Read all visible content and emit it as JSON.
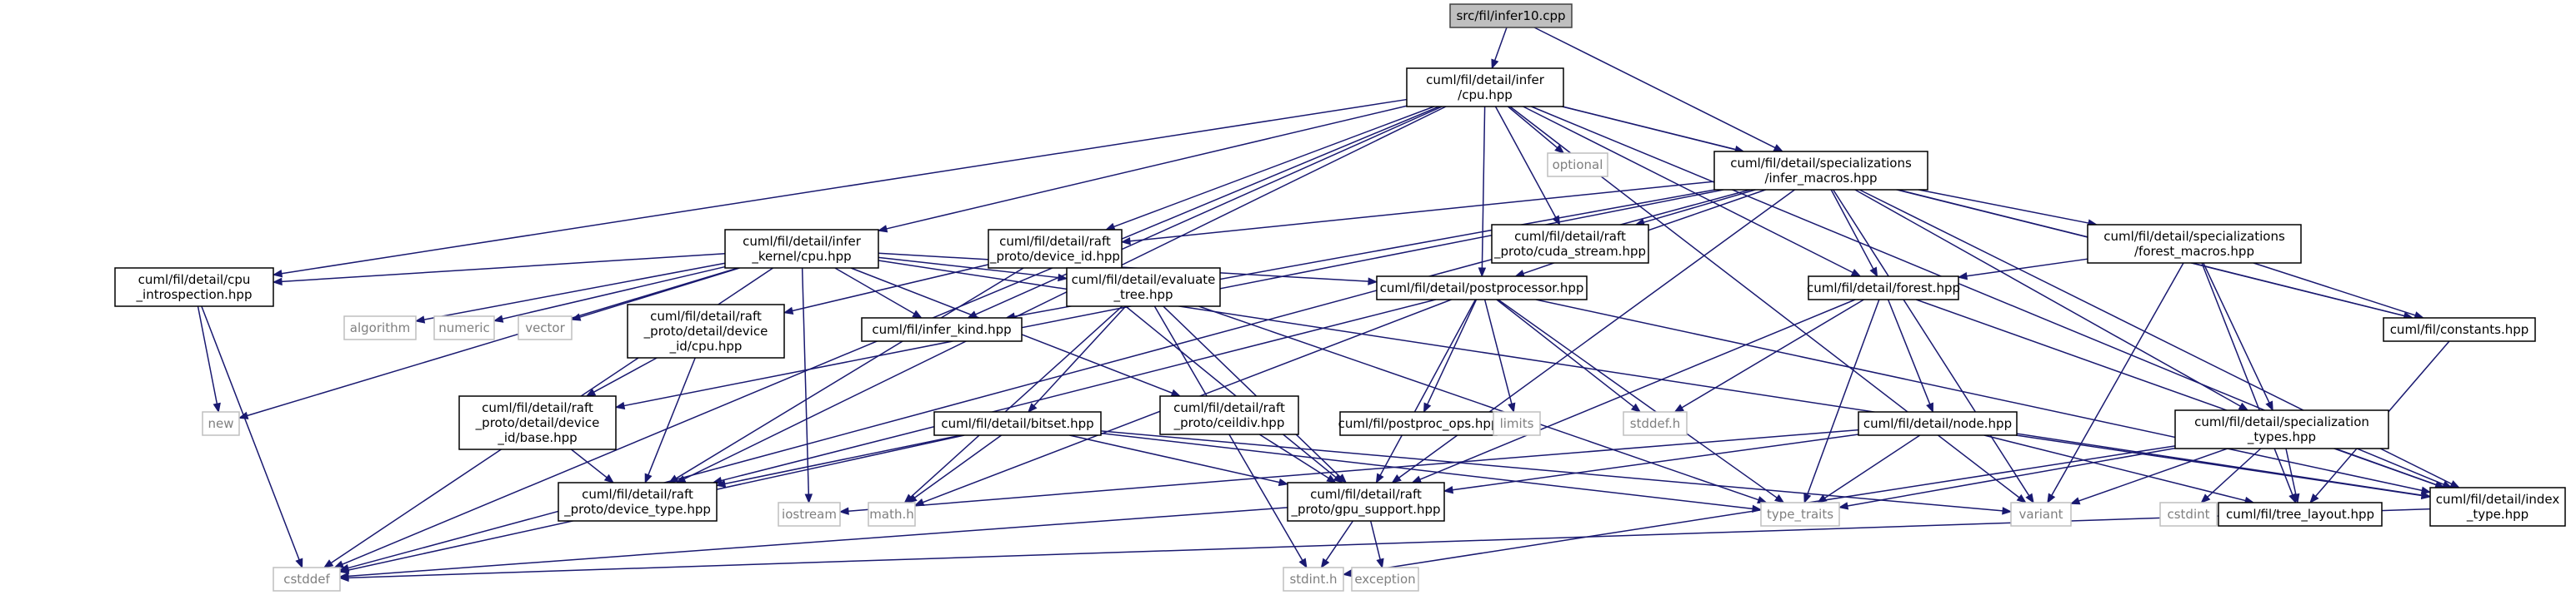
{
  "nodes": [
    {
      "id": "infer10",
      "lines": [
        "src/fil/infer10.cpp"
      ],
      "kind": "root"
    },
    {
      "id": "cpu_hpp",
      "lines": [
        "cuml/fil/detail/infer",
        "/cpu.hpp"
      ],
      "kind": "file"
    },
    {
      "id": "optional",
      "lines": [
        "optional"
      ],
      "kind": "system"
    },
    {
      "id": "infer_macros",
      "lines": [
        "cuml/fil/detail/specializations",
        "/infer_macros.hpp"
      ],
      "kind": "file"
    },
    {
      "id": "infer_kernel_cpu",
      "lines": [
        "cuml/fil/detail/infer",
        "_kernel/cpu.hpp"
      ],
      "kind": "file"
    },
    {
      "id": "device_id",
      "lines": [
        "cuml/fil/detail/raft",
        "_proto/device_id.hpp"
      ],
      "kind": "file"
    },
    {
      "id": "cuda_stream",
      "lines": [
        "cuml/fil/detail/raft",
        "_proto/cuda_stream.hpp"
      ],
      "kind": "file"
    },
    {
      "id": "forest_macros",
      "lines": [
        "cuml/fil/detail/specializations",
        "/forest_macros.hpp"
      ],
      "kind": "file"
    },
    {
      "id": "cpu_introspection",
      "lines": [
        "cuml/fil/detail/cpu",
        "_introspection.hpp"
      ],
      "kind": "file"
    },
    {
      "id": "algorithm",
      "lines": [
        "algorithm"
      ],
      "kind": "system"
    },
    {
      "id": "numeric",
      "lines": [
        "numeric"
      ],
      "kind": "system"
    },
    {
      "id": "vector",
      "lines": [
        "vector"
      ],
      "kind": "system"
    },
    {
      "id": "device_id_cpu",
      "lines": [
        "cuml/fil/detail/raft",
        "_proto/detail/device",
        "_id/cpu.hpp"
      ],
      "kind": "file"
    },
    {
      "id": "infer_kind",
      "lines": [
        "cuml/fil/infer_kind.hpp"
      ],
      "kind": "file"
    },
    {
      "id": "evaluate_tree",
      "lines": [
        "cuml/fil/detail/evaluate",
        "_tree.hpp"
      ],
      "kind": "file"
    },
    {
      "id": "postprocessor",
      "lines": [
        "cuml/fil/detail/postprocessor.hpp"
      ],
      "kind": "file"
    },
    {
      "id": "forest_hpp",
      "lines": [
        "cuml/fil/detail/forest.hpp"
      ],
      "kind": "file"
    },
    {
      "id": "constants",
      "lines": [
        "cuml/fil/constants.hpp"
      ],
      "kind": "file"
    },
    {
      "id": "new",
      "lines": [
        "new"
      ],
      "kind": "system"
    },
    {
      "id": "device_base",
      "lines": [
        "cuml/fil/detail/raft",
        "_proto/detail/device",
        "_id/base.hpp"
      ],
      "kind": "file"
    },
    {
      "id": "bitset",
      "lines": [
        "cuml/fil/detail/bitset.hpp"
      ],
      "kind": "file"
    },
    {
      "id": "ceildiv",
      "lines": [
        "cuml/fil/detail/raft",
        "_proto/ceildiv.hpp"
      ],
      "kind": "file"
    },
    {
      "id": "postproc_ops",
      "lines": [
        "cuml/fil/postproc_ops.hpp"
      ],
      "kind": "file"
    },
    {
      "id": "limits",
      "lines": [
        "limits"
      ],
      "kind": "system"
    },
    {
      "id": "stddef_h",
      "lines": [
        "stddef.h"
      ],
      "kind": "system"
    },
    {
      "id": "node_hpp",
      "lines": [
        "cuml/fil/detail/node.hpp"
      ],
      "kind": "file"
    },
    {
      "id": "spec_types",
      "lines": [
        "cuml/fil/detail/specialization",
        "_types.hpp"
      ],
      "kind": "file"
    },
    {
      "id": "device_type",
      "lines": [
        "cuml/fil/detail/raft",
        "_proto/device_type.hpp"
      ],
      "kind": "file"
    },
    {
      "id": "iostream",
      "lines": [
        "iostream"
      ],
      "kind": "system"
    },
    {
      "id": "math_h",
      "lines": [
        "math.h"
      ],
      "kind": "system"
    },
    {
      "id": "gpu_support",
      "lines": [
        "cuml/fil/detail/raft",
        "_proto/gpu_support.hpp"
      ],
      "kind": "file"
    },
    {
      "id": "type_traits",
      "lines": [
        "type_traits"
      ],
      "kind": "system"
    },
    {
      "id": "variant",
      "lines": [
        "variant"
      ],
      "kind": "system"
    },
    {
      "id": "cstdint",
      "lines": [
        "cstdint"
      ],
      "kind": "system"
    },
    {
      "id": "tree_layout",
      "lines": [
        "cuml/fil/tree_layout.hpp"
      ],
      "kind": "file"
    },
    {
      "id": "index_type",
      "lines": [
        "cuml/fil/detail/index",
        "_type.hpp"
      ],
      "kind": "file"
    },
    {
      "id": "cstddef",
      "lines": [
        "cstddef"
      ],
      "kind": "system"
    },
    {
      "id": "stdint_h",
      "lines": [
        "stdint.h"
      ],
      "kind": "system"
    },
    {
      "id": "exception",
      "lines": [
        "exception"
      ],
      "kind": "system"
    }
  ],
  "edges": [
    [
      "infer10",
      "cpu_hpp"
    ],
    [
      "infer10",
      "infer_macros"
    ],
    [
      "cpu_hpp",
      "optional"
    ],
    [
      "cpu_hpp",
      "infer_macros"
    ],
    [
      "cpu_hpp",
      "infer_kernel_cpu"
    ],
    [
      "cpu_hpp",
      "device_id"
    ],
    [
      "cpu_hpp",
      "cuda_stream"
    ],
    [
      "cpu_hpp",
      "cpu_introspection"
    ],
    [
      "cpu_hpp",
      "infer_kind"
    ],
    [
      "cpu_hpp",
      "postprocessor"
    ],
    [
      "cpu_hpp",
      "forest_hpp"
    ],
    [
      "cpu_hpp",
      "constants"
    ],
    [
      "cpu_hpp",
      "device_type"
    ],
    [
      "cpu_hpp",
      "variant"
    ],
    [
      "cpu_hpp",
      "index_type"
    ],
    [
      "cpu_hpp",
      "cstddef"
    ],
    [
      "infer_macros",
      "cuda_stream"
    ],
    [
      "infer_macros",
      "device_id"
    ],
    [
      "infer_macros",
      "forest_macros"
    ],
    [
      "infer_macros",
      "constants"
    ],
    [
      "infer_macros",
      "infer_kind"
    ],
    [
      "infer_macros",
      "postprocessor"
    ],
    [
      "infer_macros",
      "forest_hpp"
    ],
    [
      "infer_macros",
      "spec_types"
    ],
    [
      "infer_macros",
      "variant"
    ],
    [
      "infer_macros",
      "index_type"
    ],
    [
      "infer_macros",
      "cstddef"
    ],
    [
      "infer_macros",
      "device_base"
    ],
    [
      "infer_macros",
      "gpu_support"
    ],
    [
      "infer_kernel_cpu",
      "cpu_introspection"
    ],
    [
      "infer_kernel_cpu",
      "algorithm"
    ],
    [
      "infer_kernel_cpu",
      "numeric"
    ],
    [
      "infer_kernel_cpu",
      "vector"
    ],
    [
      "infer_kernel_cpu",
      "infer_kind"
    ],
    [
      "infer_kernel_cpu",
      "evaluate_tree"
    ],
    [
      "infer_kernel_cpu",
      "postprocessor"
    ],
    [
      "infer_kernel_cpu",
      "ceildiv"
    ],
    [
      "infer_kernel_cpu",
      "index_type"
    ],
    [
      "infer_kernel_cpu",
      "new"
    ],
    [
      "infer_kernel_cpu",
      "iostream"
    ],
    [
      "infer_kernel_cpu",
      "cstddef"
    ],
    [
      "device_id",
      "device_id_cpu"
    ],
    [
      "device_id",
      "device_type"
    ],
    [
      "device_id",
      "gpu_support"
    ],
    [
      "device_id_cpu",
      "device_base"
    ],
    [
      "device_id_cpu",
      "device_type"
    ],
    [
      "device_base",
      "device_type"
    ],
    [
      "cpu_introspection",
      "new"
    ],
    [
      "cpu_introspection",
      "cstddef"
    ],
    [
      "forest_macros",
      "forest_hpp"
    ],
    [
      "forest_macros",
      "constants"
    ],
    [
      "forest_macros",
      "spec_types"
    ],
    [
      "forest_macros",
      "tree_layout"
    ],
    [
      "forest_macros",
      "variant"
    ],
    [
      "evaluate_tree",
      "bitset"
    ],
    [
      "evaluate_tree",
      "math_h"
    ],
    [
      "evaluate_tree",
      "gpu_support"
    ],
    [
      "evaluate_tree",
      "type_traits"
    ],
    [
      "evaluate_tree",
      "stdint_h"
    ],
    [
      "postprocessor",
      "postproc_ops"
    ],
    [
      "postprocessor",
      "limits"
    ],
    [
      "postprocessor",
      "stddef_h"
    ],
    [
      "postprocessor",
      "gpu_support"
    ],
    [
      "postprocessor",
      "type_traits"
    ],
    [
      "postprocessor",
      "math_h"
    ],
    [
      "postprocessor",
      "device_type"
    ],
    [
      "postprocessor",
      "index_type"
    ],
    [
      "forest_hpp",
      "node_hpp"
    ],
    [
      "forest_hpp",
      "stddef_h"
    ],
    [
      "forest_hpp",
      "gpu_support"
    ],
    [
      "forest_hpp",
      "type_traits"
    ],
    [
      "forest_hpp",
      "index_type"
    ],
    [
      "constants",
      "tree_layout"
    ],
    [
      "bitset",
      "device_type"
    ],
    [
      "bitset",
      "gpu_support"
    ],
    [
      "bitset",
      "math_h"
    ],
    [
      "bitset",
      "cstddef"
    ],
    [
      "bitset",
      "type_traits"
    ],
    [
      "bitset",
      "variant"
    ],
    [
      "ceildiv",
      "gpu_support"
    ],
    [
      "node_hpp",
      "iostream"
    ],
    [
      "node_hpp",
      "gpu_support"
    ],
    [
      "node_hpp",
      "type_traits"
    ],
    [
      "node_hpp",
      "tree_layout"
    ],
    [
      "node_hpp",
      "index_type"
    ],
    [
      "spec_types",
      "type_traits"
    ],
    [
      "spec_types",
      "variant"
    ],
    [
      "spec_types",
      "cstdint"
    ],
    [
      "spec_types",
      "tree_layout"
    ],
    [
      "spec_types",
      "index_type"
    ],
    [
      "spec_types",
      "stdint_h"
    ],
    [
      "gpu_support",
      "cstddef"
    ],
    [
      "gpu_support",
      "stdint_h"
    ],
    [
      "gpu_support",
      "exception"
    ],
    [
      "index_type",
      "cstddef"
    ]
  ]
}
